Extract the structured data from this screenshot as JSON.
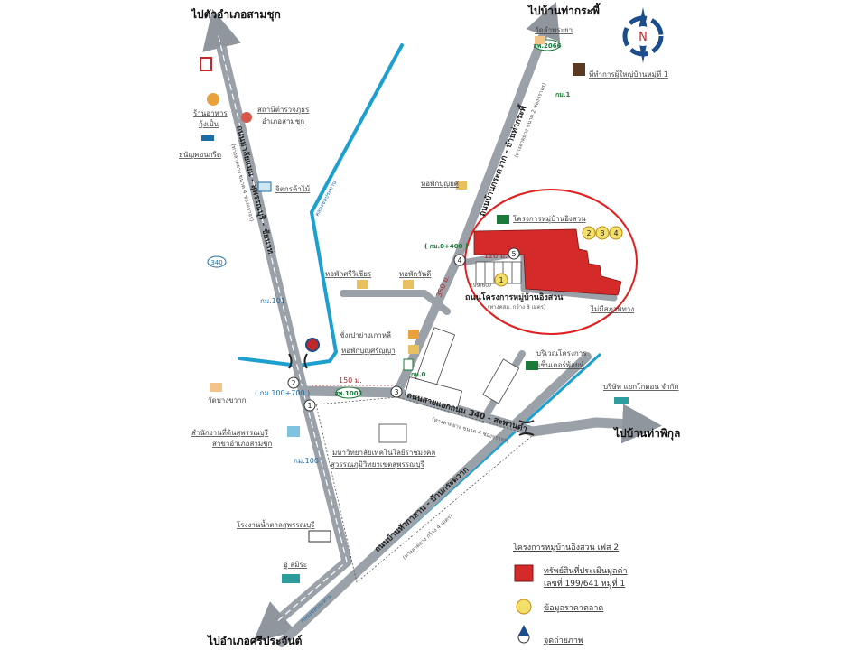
{
  "directions": {
    "north_west": "ไปตัวอำเภอสามชุก",
    "north_east": "ไปบ้านท่ากระพี้",
    "east": "ไปบ้านท่าพิกุล",
    "south": "ไปอำเภอศรีประจันต์"
  },
  "compass": {
    "label": "N"
  },
  "roads": {
    "main": "ถนนมาลัยแมน - สุพรรณบุรี - ชัยนาท",
    "main_sub": "(ทางลาดยาง ขนาด 4 ช่องจราจร)",
    "main_code": "340",
    "north_east": "ถนนบ้านกระดวาก - บ้านท่ากระพี้",
    "north_east_sub": "(ทางลาดยาง ขนาด 2 ช่องจราจร)",
    "north_east_code": "สพ.2066",
    "east": "ถนนสายแยกถนน 340 - สะพานดำ",
    "east_sub": "(ทางลาดยาง ขนาด 4 ช่องจราจร)",
    "east_code": "สพ.1001",
    "diagonal": "ถนนบ้านหัวกาสาน - บ้านกระดวาก",
    "diagonal_sub": "(ทางลาดยาง กว้าง 4 เมตร)",
    "project_road": "ถนนโครงการหมู่บ้านอิงสวน",
    "project_road_sub": "(ทางคสล. กว้าง 8 เมตร)",
    "canal_north": "คลองชลประทาน",
    "canal_south": "คลองชลประทาน"
  },
  "km_markers": [
    "กม.101",
    "กม.100",
    "กม.1",
    "กม.0",
    "( กม.100+700 )",
    "( กม.0+400 )"
  ],
  "distances": [
    "150 ม.",
    "350 ม.",
    "120 ม."
  ],
  "landmarks": {
    "restaurant": "ร้านอาหาร",
    "restaurant2": "กุ้งเป็น",
    "police1": "สถานีตำรวจภูธร",
    "police2": "อำเภอสามชุก",
    "nursery": "ธนัญคอนกรีต",
    "shop": "จิตกรค้าไม้",
    "temple_top": "วัดลำพระยา",
    "headman": "ที่ทำการผู้ใหญ่บ้านหมู่ที่ 1",
    "dorm1": "หอพักบุญยศ",
    "dorm2": "หอพักศรีวิเชียร",
    "dorm3": "หอพักวันดี",
    "restaurant3": "ซั่งเปาย่างเกาหลี",
    "dorm4": "หอพักบุญศรัญญา",
    "temple_left": "วัดบางขวาก",
    "land_office1": "สำนักงานที่ดินสุพรรณบุรี",
    "land_office2": "สาขาอำเภอสามชุก",
    "university1": "มหาวิทยาลัยเทคโนโลยีราชมงคล",
    "university2": "สุวรรณภูมิวิทยาเขตสุพรรณบุรี",
    "sugar": "โรงงานน้ำตาลสุพรรณบุรี",
    "garage": "อู่ สมิระ",
    "project_center1": "บริเวณโครงการ",
    "project_center2": "เซ็นเตอร์พ้อยท์",
    "company": "บริษัท แยกโกดอน จำกัด",
    "project": "โครงการหมู่บ้านอิงสวน",
    "no_utility": "ไม่มีสภาพทาง",
    "plot_no": "199/607"
  },
  "markers": {
    "photo_points": [
      "1",
      "2",
      "3",
      "4",
      "5"
    ],
    "market_points": [
      "1",
      "2",
      "3",
      "4"
    ]
  },
  "legend": {
    "title": "โครงการหมู่บ้านอิงสวน  เฟส  2",
    "property_line1": "ทรัพย์สินที่ประเมินมูลค่า",
    "property_line2": "เลขที่  199/641  หมู่ที่  1",
    "market": "ข้อมูลราคาตลาด",
    "photo": "จุดถ่ายภาพ"
  },
  "colors": {
    "road": "#9aa1a8",
    "canal": "#1d9fd0",
    "property": "#d42a2a",
    "circle": "#e02020",
    "market": "#f2e06a",
    "photo": "#1b4d8c"
  }
}
